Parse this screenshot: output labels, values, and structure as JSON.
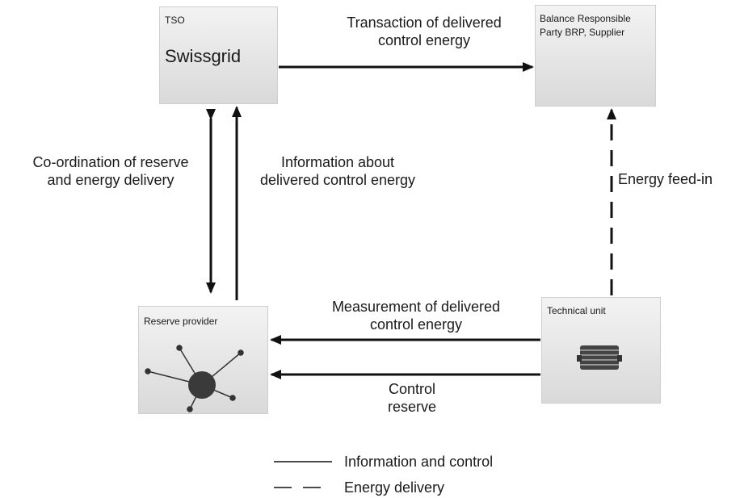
{
  "nodes": {
    "tso": {
      "category": "TSO",
      "name": "Swissgrid"
    },
    "brp": {
      "line1": "Balance Responsible",
      "line2": "Party BRP, Supplier"
    },
    "reserve_provider": {
      "label": "Reserve provider"
    },
    "technical_unit": {
      "label": "Technical unit"
    }
  },
  "edges": {
    "transaction": {
      "line1": "Transaction of  delivered",
      "line2": "control energy"
    },
    "coordination": {
      "line1": "Co-ordination of  reserve",
      "line2": "and energy delivery"
    },
    "information": {
      "line1": "Information about",
      "line2": "delivered control energy"
    },
    "energy_feed_in": {
      "label": "Energy feed-in"
    },
    "measurement": {
      "line1": "Measurement of delivered",
      "line2": "control energy"
    },
    "control_reserve": {
      "line1": "Control",
      "line2": "reserve"
    }
  },
  "legend": {
    "solid": "Information and control",
    "dashed": "Energy delivery"
  },
  "colors": {
    "line": "#111111",
    "box_top": "#f3f3f3",
    "box_bottom": "#d9d9d9"
  }
}
